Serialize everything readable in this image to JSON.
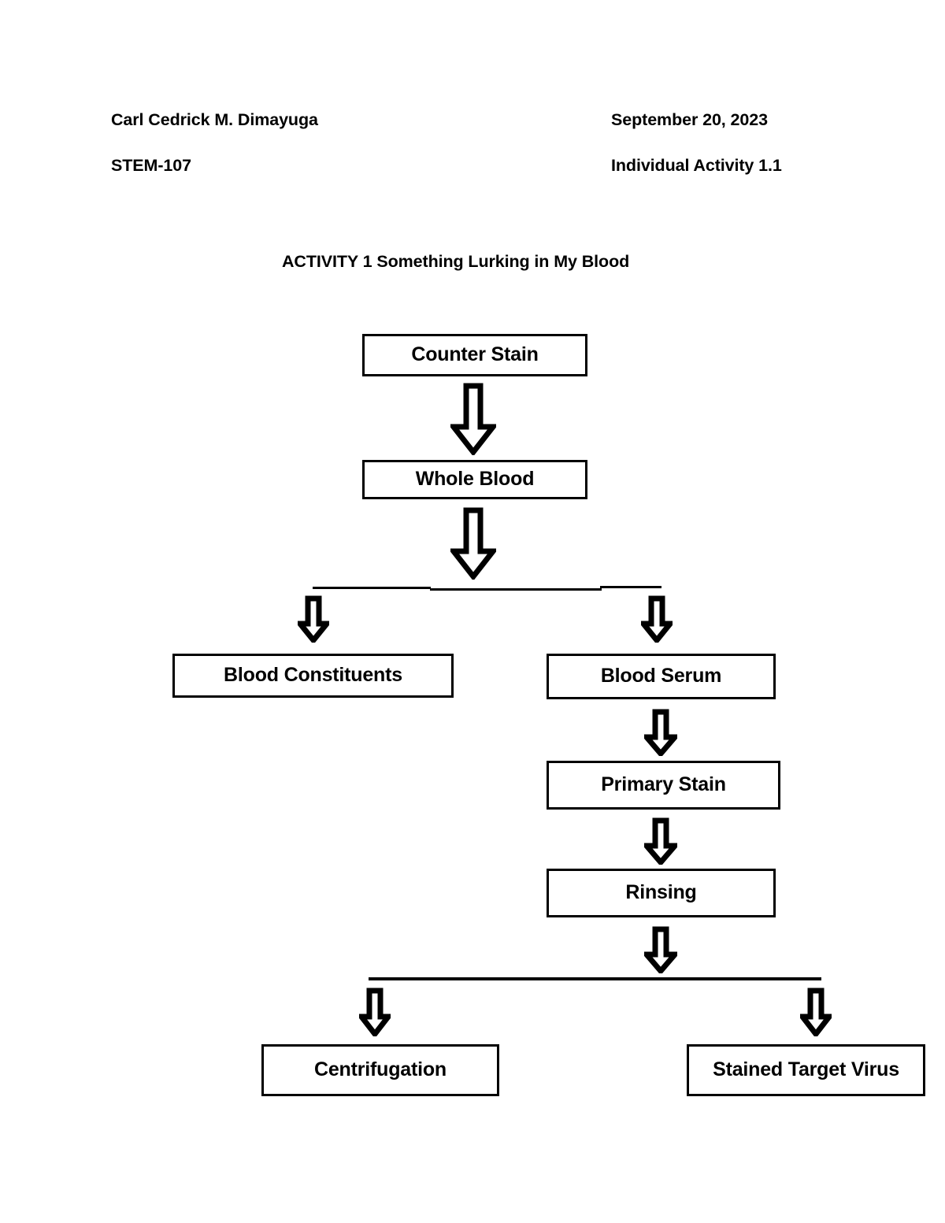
{
  "document": {
    "header": {
      "student_name": "Carl Cedrick M. Dimayuga",
      "date": "September 20, 2023",
      "section": "STEM-107",
      "activity_ref": "Individual Activity 1.1"
    },
    "title": "ACTIVITY 1 Something Lurking in My Blood"
  },
  "flowchart": {
    "nodes": [
      {
        "id": "counter-stain",
        "label": "Counter Stain"
      },
      {
        "id": "whole-blood",
        "label": "Whole Blood"
      },
      {
        "id": "blood-constituents",
        "label": "Blood Constituents"
      },
      {
        "id": "blood-serum",
        "label": "Blood Serum"
      },
      {
        "id": "primary-stain",
        "label": "Primary Stain"
      },
      {
        "id": "rinsing",
        "label": "Rinsing"
      },
      {
        "id": "centrifugation",
        "label": "Centrifugation"
      },
      {
        "id": "stained-target-virus",
        "label": "Stained Target Virus"
      }
    ],
    "edges": [
      {
        "from": "counter-stain",
        "to": "whole-blood"
      },
      {
        "from": "whole-blood",
        "to": "split-1"
      },
      {
        "from": "split-1",
        "to": "blood-constituents"
      },
      {
        "from": "split-1",
        "to": "blood-serum"
      },
      {
        "from": "blood-serum",
        "to": "primary-stain"
      },
      {
        "from": "primary-stain",
        "to": "rinsing"
      },
      {
        "from": "rinsing",
        "to": "split-2"
      },
      {
        "from": "split-2",
        "to": "centrifugation"
      },
      {
        "from": "split-2",
        "to": "stained-target-virus"
      }
    ],
    "style": {
      "box_border_color": "#000000",
      "box_fill_color": "#ffffff",
      "arrow_fill_color": "#ffffff",
      "arrow_stroke_color": "#000000",
      "text_color": "#000000",
      "page_background": "#ffffff"
    }
  }
}
